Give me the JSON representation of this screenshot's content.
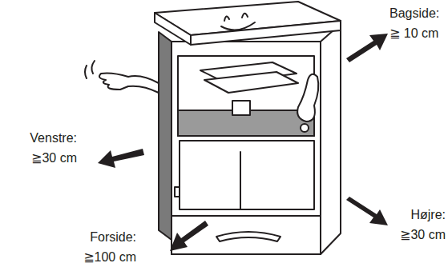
{
  "diagram": {
    "labels": [
      "Bagside: ≧ 10 cm",
      "Venstre: ≧30 cm",
      "Højre: ≧30 cm",
      "Forside: ≧100 cm"
    ]
  }
}
